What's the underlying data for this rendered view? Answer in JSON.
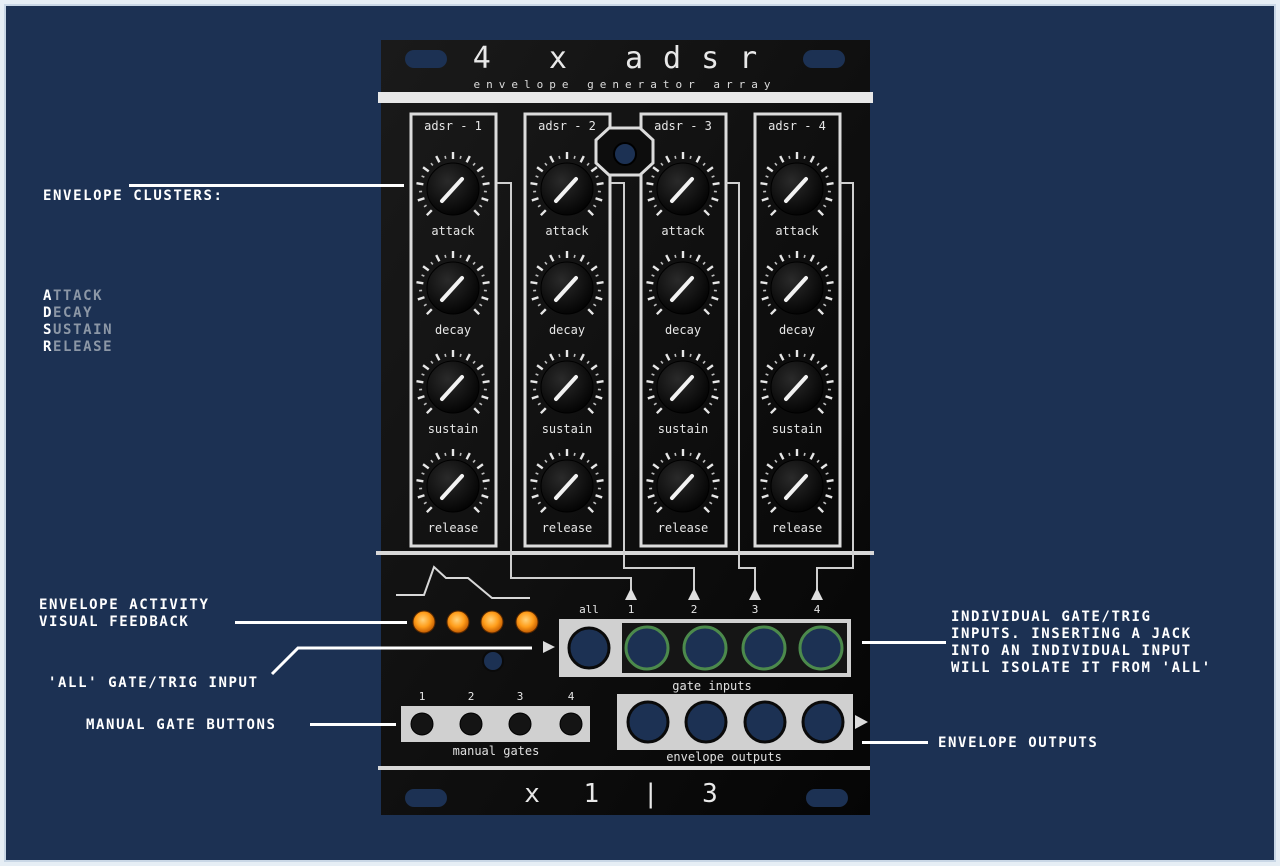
{
  "panel": {
    "title": "4 x adsr",
    "subtitle": "envelope generator array",
    "brand": "x 1 | 3",
    "channel_labels": [
      "adsr - 1",
      "adsr - 2",
      "adsr - 3",
      "adsr - 4"
    ],
    "knob_labels": [
      "attack",
      "decay",
      "sustain",
      "release"
    ],
    "gate_input_labels": [
      "all",
      "1",
      "2",
      "3",
      "4"
    ],
    "gate_inputs_caption": "gate inputs",
    "manual_gate_labels": [
      "1",
      "2",
      "3",
      "4"
    ],
    "manual_gates_caption": "manual gates",
    "envelope_outputs_caption": "envelope outputs",
    "led_color": "#ff9d1a",
    "panel_color": "#0d0d0d",
    "jack_color": "#1c3153"
  },
  "annotations": {
    "envelope_clusters_title": "ENVELOPE CLUSTERS:",
    "adsr_words": [
      {
        "first": "A",
        "rest": "TTACK"
      },
      {
        "first": "D",
        "rest": "ECAY"
      },
      {
        "first": "S",
        "rest": "USTAIN"
      },
      {
        "first": "R",
        "rest": "ELEASE"
      }
    ],
    "activity_feedback": "ENVELOPE ACTIVITY\nVISUAL FEEDBACK",
    "all_gate_input": "'ALL' GATE/TRIG INPUT",
    "manual_gate_buttons": "MANUAL GATE BUTTONS",
    "individual_inputs": "INDIVIDUAL GATE/TRIG\nINPUTS. INSERTING A JACK\nINTO AN INDIVIDUAL INPUT\nWILL ISOLATE IT FROM 'ALL'",
    "envelope_outputs": "ENVELOPE OUTPUTS"
  }
}
